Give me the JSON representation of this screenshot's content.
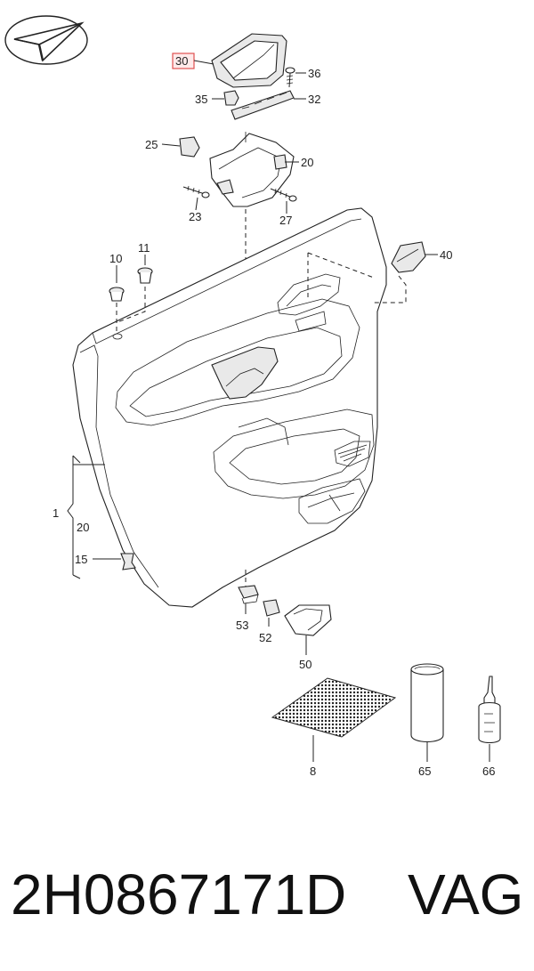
{
  "labels": {
    "l30": "30",
    "l36": "36",
    "l35": "35",
    "l32": "32",
    "l25": "25",
    "l20a": "20",
    "l23": "23",
    "l27": "27",
    "l10": "10",
    "l11": "11",
    "l40": "40",
    "l1": "1",
    "l20b": "20",
    "l15": "15",
    "l53": "53",
    "l52": "52",
    "l50": "50",
    "l8": "8",
    "l65": "65",
    "l66": "66"
  },
  "footer": {
    "part_number": "2H0867171D",
    "brand": "VAG"
  },
  "colors": {
    "highlight": "#e05050",
    "line": "#222222"
  },
  "logo": "paper-plane-logo-icon"
}
